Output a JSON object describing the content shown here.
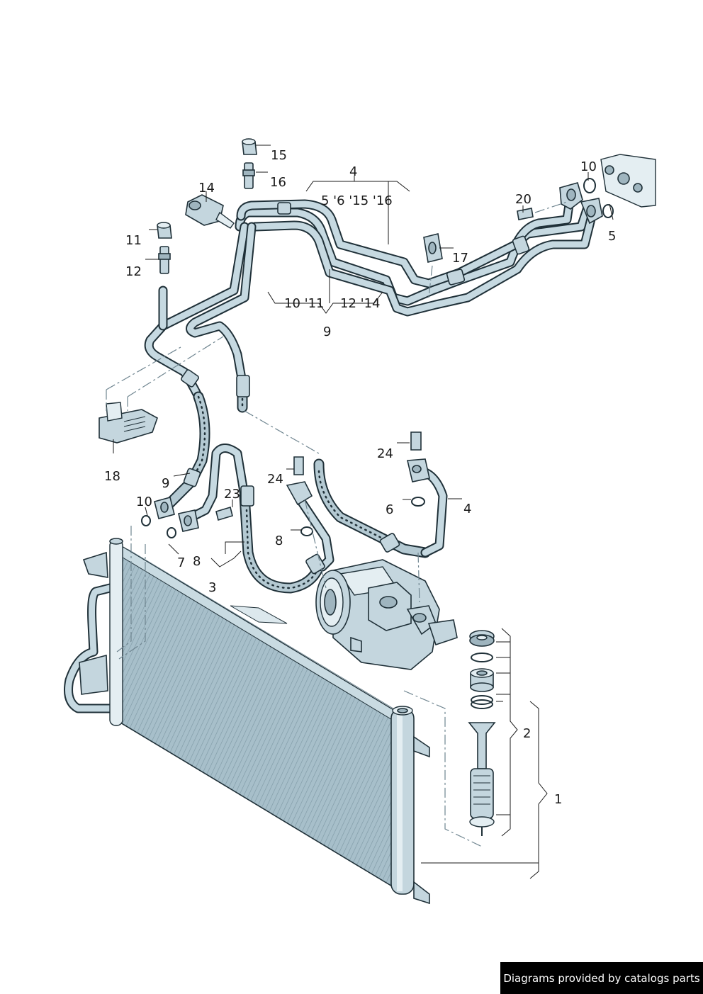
{
  "callouts": {
    "c1": "1",
    "c2": "2",
    "c3": "3",
    "c4_top": "4",
    "c4_right": "4",
    "c5_group": "5 '6 '15 '16",
    "c5_right": "5",
    "c6": "6",
    "c7": "7",
    "c8_left": "8",
    "c8_mid": "8",
    "c9_top": "9",
    "c9_left": "9",
    "c10_group": "10 '11",
    "c12_group": "12 '14",
    "c10_top": "10",
    "c10_left": "10",
    "c11": "11",
    "c12": "12",
    "c14": "14",
    "c15": "15",
    "c16": "16",
    "c17": "17",
    "c18": "18",
    "c20": "20",
    "c23": "23",
    "c24_left": "24",
    "c24_right": "24"
  },
  "footer": {
    "text": "Diagrams provided by catalogs parts"
  },
  "colors": {
    "part_fill": "#c4d6de",
    "outline": "#1f3038",
    "condenser": "#9cb6c2"
  }
}
